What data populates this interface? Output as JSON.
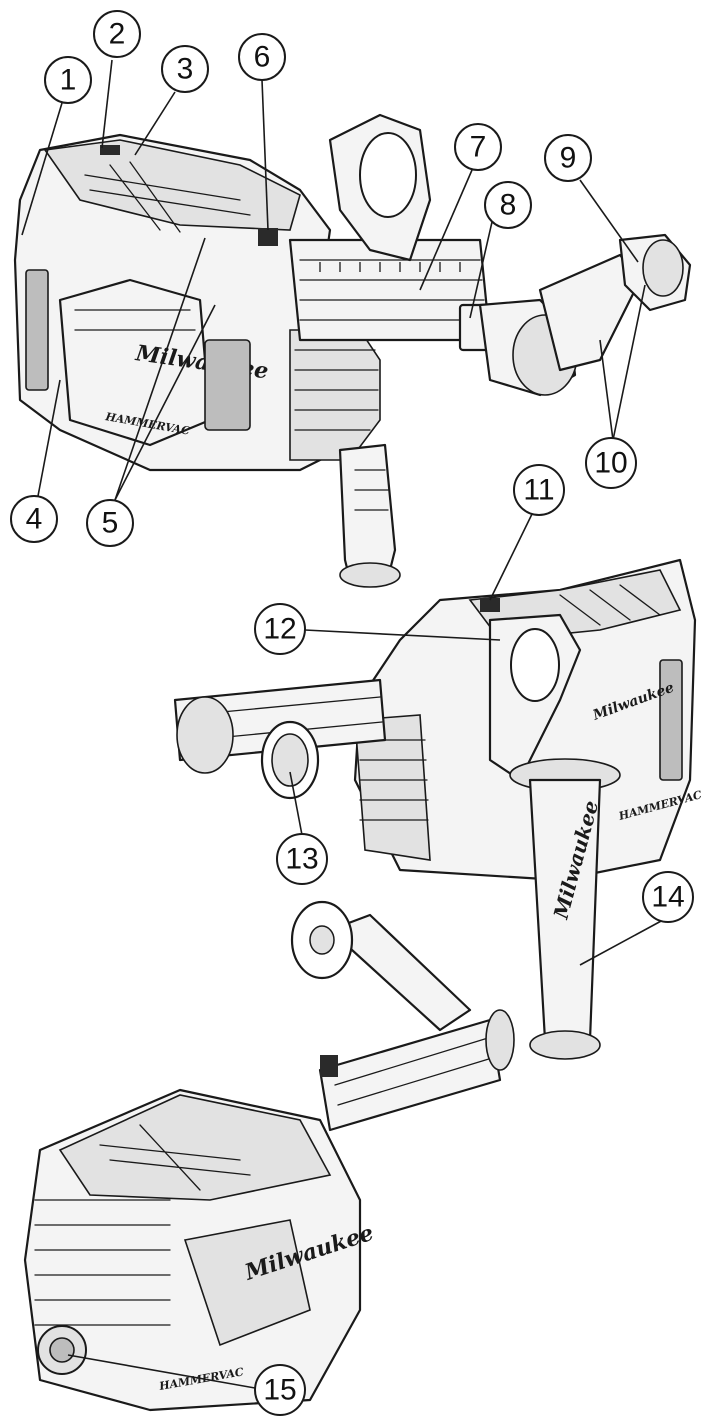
{
  "callouts": [
    {
      "id": "1",
      "label": "1"
    },
    {
      "id": "2",
      "label": "2"
    },
    {
      "id": "3",
      "label": "3"
    },
    {
      "id": "4",
      "label": "4"
    },
    {
      "id": "5",
      "label": "5"
    },
    {
      "id": "6",
      "label": "6"
    },
    {
      "id": "7",
      "label": "7"
    },
    {
      "id": "8",
      "label": "8"
    },
    {
      "id": "9",
      "label": "9"
    },
    {
      "id": "10",
      "label": "10"
    },
    {
      "id": "11",
      "label": "11"
    },
    {
      "id": "12",
      "label": "12"
    },
    {
      "id": "13",
      "label": "13"
    },
    {
      "id": "14",
      "label": "14"
    },
    {
      "id": "15",
      "label": "15"
    }
  ],
  "brand": {
    "logo_text": "Milwaukee",
    "product_mark": "HAMMERVAC"
  },
  "views": [
    {
      "name": "top-view",
      "description_visible": false
    },
    {
      "name": "middle-view",
      "description_visible": false
    },
    {
      "name": "bottom-view",
      "description_visible": false
    }
  ]
}
